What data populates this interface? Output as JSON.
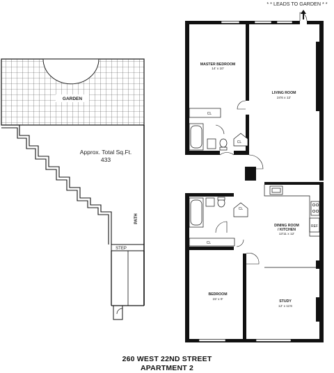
{
  "leads_label": "* * LEADS TO GARDEN * *",
  "garden_label": "GARDEN",
  "area_label": "Approx. Total Sq.Ft.",
  "area_value": "433",
  "path_label": "PATH",
  "step_label": "STEP",
  "rooms": {
    "master_bedroom": {
      "name": "MASTER BEDROOM",
      "dim": "14' x 10'"
    },
    "living_room": {
      "name": "LIVING ROOM",
      "dim": "24'6 x 12'"
    },
    "dining_kitchen": {
      "name": "DINING ROOM",
      "name2": "/ KITCHEN",
      "dim": "13'11 x 12'"
    },
    "bedroom": {
      "name": "BEDROOM",
      "dim": "15' x 9'"
    },
    "study": {
      "name": "STUDY",
      "dim": "12' x 11'6"
    }
  },
  "closets": [
    "CL",
    "CL",
    "CL",
    "CL"
  ],
  "ref_label": "REF",
  "address": "260 WEST 22ND STREET",
  "apartment": "APARTMENT 2"
}
